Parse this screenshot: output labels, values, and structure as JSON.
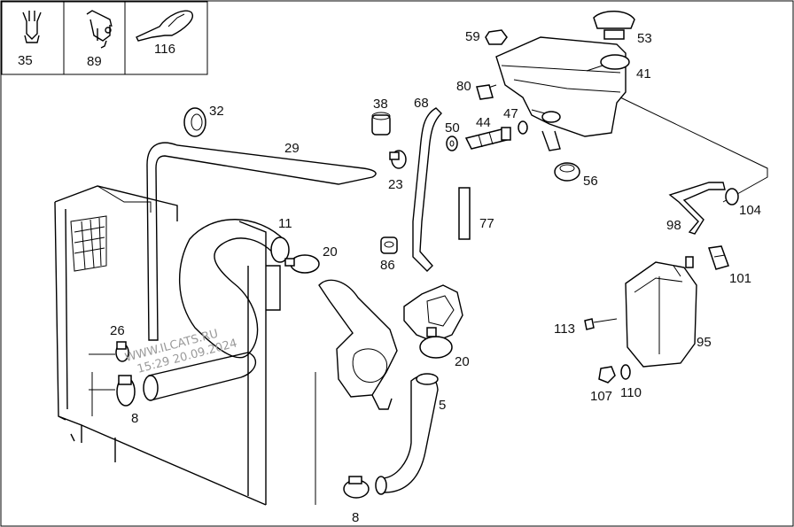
{
  "legend_box": {
    "items": [
      {
        "number": "35",
        "icon": "clip-icon"
      },
      {
        "number": "89",
        "icon": "clamp-clip-icon"
      },
      {
        "number": "116",
        "icon": "cable-tie-icon"
      }
    ]
  },
  "parts": {
    "p5": "5",
    "p8a": "8",
    "p8b": "8",
    "p11": "11",
    "p20a": "20",
    "p20b": "20",
    "p23": "23",
    "p26": "26",
    "p29": "29",
    "p32": "32",
    "p38": "38",
    "p41": "41",
    "p44": "44",
    "p47": "47",
    "p50": "50",
    "p53": "53",
    "p56": "56",
    "p59": "59",
    "p68": "68",
    "p77": "77",
    "p80": "80",
    "p86": "86",
    "p95": "95",
    "p98": "98",
    "p101": "101",
    "p104": "104",
    "p107": "107",
    "p110": "110",
    "p113": "113"
  },
  "watermark": {
    "line1": "WWW.ILCATS.RU",
    "line2": "15:29 20.09.2024"
  },
  "colors": {
    "line": "#000000",
    "watermark": "#9a9a9a",
    "background": "#ffffff"
  }
}
